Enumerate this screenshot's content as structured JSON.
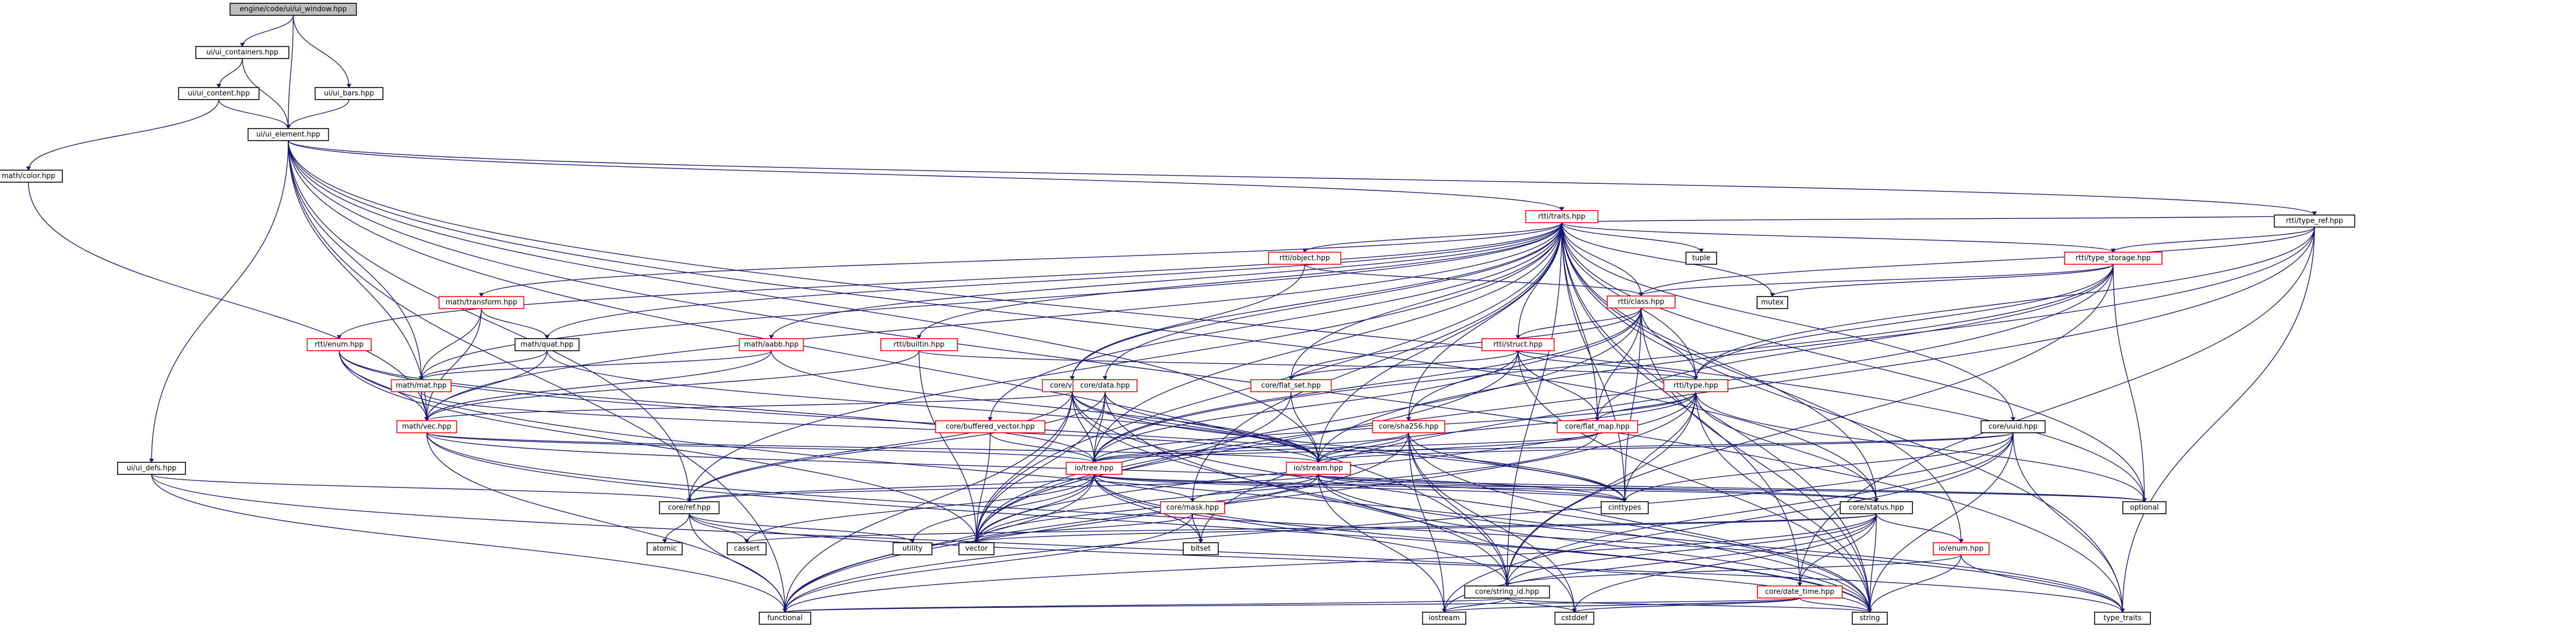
{
  "colors": {
    "edge": "#191970",
    "node_border_black": "#000000",
    "node_border_red": "#ff0000",
    "root_fill": "#bfbfbf",
    "node_fill": "#ffffff",
    "text": "#000000"
  },
  "nodes": [
    {
      "id": "root",
      "label": "engine/code/ui/ui_window.hpp",
      "style": "root"
    },
    {
      "id": "ui_containers",
      "label": "ui/ui_containers.hpp",
      "style": "black"
    },
    {
      "id": "ui_bars",
      "label": "ui/ui_bars.hpp",
      "style": "black"
    },
    {
      "id": "ui_content",
      "label": "ui/ui_content.hpp",
      "style": "black"
    },
    {
      "id": "ui_element",
      "label": "ui/ui_element.hpp",
      "style": "black"
    },
    {
      "id": "color",
      "label": "math/color.hpp",
      "style": "black"
    },
    {
      "id": "type_ref",
      "label": "rtti/type_ref.hpp",
      "style": "black"
    },
    {
      "id": "traits",
      "label": "rtti/traits.hpp",
      "style": "red"
    },
    {
      "id": "object",
      "label": "rtti/object.hpp",
      "style": "red"
    },
    {
      "id": "type_storage",
      "label": "rtti/type_storage.hpp",
      "style": "red"
    },
    {
      "id": "tuple",
      "label": "tuple",
      "style": "black"
    },
    {
      "id": "transform",
      "label": "math/transform.hpp",
      "style": "red"
    },
    {
      "id": "class",
      "label": "rtti/class.hpp",
      "style": "red"
    },
    {
      "id": "mutex",
      "label": "mutex",
      "style": "black"
    },
    {
      "id": "aabb",
      "label": "math/aabb.hpp",
      "style": "red"
    },
    {
      "id": "builtin",
      "label": "rtti/builtin.hpp",
      "style": "red"
    },
    {
      "id": "quat",
      "label": "math/quat.hpp",
      "style": "black"
    },
    {
      "id": "rtti_enum",
      "label": "rtti/enum.hpp",
      "style": "red"
    },
    {
      "id": "struct",
      "label": "rtti/struct.hpp",
      "style": "red"
    },
    {
      "id": "mat",
      "label": "math/mat.hpp",
      "style": "red"
    },
    {
      "id": "var",
      "label": "core/var.hpp",
      "style": "red"
    },
    {
      "id": "data",
      "label": "core/data.hpp",
      "style": "red"
    },
    {
      "id": "flat_set",
      "label": "core/flat_set.hpp",
      "style": "red"
    },
    {
      "id": "type",
      "label": "rtti/type.hpp",
      "style": "red"
    },
    {
      "id": "vec",
      "label": "math/vec.hpp",
      "style": "red"
    },
    {
      "id": "buffered_vector",
      "label": "core/buffered_vector.hpp",
      "style": "red"
    },
    {
      "id": "sha256",
      "label": "core/sha256.hpp",
      "style": "red"
    },
    {
      "id": "flat_map",
      "label": "core/flat_map.hpp",
      "style": "red"
    },
    {
      "id": "uuid",
      "label": "core/uuid.hpp",
      "style": "black"
    },
    {
      "id": "ui_defs",
      "label": "ui/ui_defs.hpp",
      "style": "black"
    },
    {
      "id": "tree",
      "label": "io/tree.hpp",
      "style": "red"
    },
    {
      "id": "stream",
      "label": "io/stream.hpp",
      "style": "red"
    },
    {
      "id": "cinttypes",
      "label": "cinttypes",
      "style": "black"
    },
    {
      "id": "optional",
      "label": "optional",
      "style": "black"
    },
    {
      "id": "ref",
      "label": "core/ref.hpp",
      "style": "black"
    },
    {
      "id": "mask",
      "label": "core/mask.hpp",
      "style": "red"
    },
    {
      "id": "status",
      "label": "core/status.hpp",
      "style": "black"
    },
    {
      "id": "atomic",
      "label": "atomic",
      "style": "black"
    },
    {
      "id": "cassert",
      "label": "cassert",
      "style": "black"
    },
    {
      "id": "utility",
      "label": "utility",
      "style": "black"
    },
    {
      "id": "vector",
      "label": "vector",
      "style": "black"
    },
    {
      "id": "bitset",
      "label": "bitset",
      "style": "black"
    },
    {
      "id": "io_enum",
      "label": "io/enum.hpp",
      "style": "red"
    },
    {
      "id": "string_id",
      "label": "core/string_id.hpp",
      "style": "black"
    },
    {
      "id": "date_time",
      "label": "core/date_time.hpp",
      "style": "red"
    },
    {
      "id": "functional",
      "label": "functional",
      "style": "black"
    },
    {
      "id": "iostream",
      "label": "iostream",
      "style": "black"
    },
    {
      "id": "cstddef",
      "label": "cstddef",
      "style": "black"
    },
    {
      "id": "string",
      "label": "string",
      "style": "black"
    },
    {
      "id": "type_traits",
      "label": "type_traits",
      "style": "black"
    }
  ],
  "edges": [
    [
      "root",
      "ui_containers"
    ],
    [
      "root",
      "ui_bars"
    ],
    [
      "root",
      "ui_element"
    ],
    [
      "ui_containers",
      "ui_content"
    ],
    [
      "ui_containers",
      "ui_element"
    ],
    [
      "ui_bars",
      "ui_element"
    ],
    [
      "ui_content",
      "color"
    ],
    [
      "ui_content",
      "ui_element"
    ],
    [
      "color",
      "vec"
    ],
    [
      "ui_element",
      "type_ref"
    ],
    [
      "ui_element",
      "traits"
    ],
    [
      "ui_element",
      "mat"
    ],
    [
      "ui_element",
      "vec"
    ],
    [
      "ui_element",
      "ui_defs"
    ],
    [
      "ui_element",
      "ref"
    ],
    [
      "ui_element",
      "string_id"
    ],
    [
      "ui_element",
      "functional"
    ],
    [
      "ui_element",
      "optional"
    ],
    [
      "ui_element",
      "type_traits"
    ],
    [
      "ui_element",
      "status"
    ],
    [
      "ui_element",
      "stream"
    ],
    [
      "type_ref",
      "traits"
    ],
    [
      "type_ref",
      "type_storage"
    ],
    [
      "type_ref",
      "class"
    ],
    [
      "type_ref",
      "type"
    ],
    [
      "type_ref",
      "stream"
    ],
    [
      "type_ref",
      "date_time"
    ],
    [
      "type_ref",
      "type_traits"
    ],
    [
      "type_ref",
      "bitset"
    ],
    [
      "traits",
      "object"
    ],
    [
      "traits",
      "type_storage"
    ],
    [
      "traits",
      "tuple"
    ],
    [
      "traits",
      "transform"
    ],
    [
      "traits",
      "class"
    ],
    [
      "traits",
      "mutex"
    ],
    [
      "traits",
      "aabb"
    ],
    [
      "traits",
      "builtin"
    ],
    [
      "traits",
      "quat"
    ],
    [
      "traits",
      "rtti_enum"
    ],
    [
      "traits",
      "struct"
    ],
    [
      "traits",
      "mat"
    ],
    [
      "traits",
      "var"
    ],
    [
      "traits",
      "data"
    ],
    [
      "traits",
      "flat_set"
    ],
    [
      "traits",
      "type"
    ],
    [
      "traits",
      "vec"
    ],
    [
      "traits",
      "buffered_vector"
    ],
    [
      "traits",
      "sha256"
    ],
    [
      "traits",
      "flat_map"
    ],
    [
      "traits",
      "uuid"
    ],
    [
      "traits",
      "tree"
    ],
    [
      "traits",
      "stream"
    ],
    [
      "traits",
      "cinttypes"
    ],
    [
      "traits",
      "optional"
    ],
    [
      "traits",
      "ref"
    ],
    [
      "traits",
      "mask"
    ],
    [
      "traits",
      "status"
    ],
    [
      "traits",
      "vector"
    ],
    [
      "traits",
      "io_enum"
    ],
    [
      "traits",
      "string_id"
    ],
    [
      "traits",
      "date_time"
    ],
    [
      "traits",
      "string"
    ],
    [
      "traits",
      "type_traits"
    ],
    [
      "object",
      "class"
    ],
    [
      "object",
      "var"
    ],
    [
      "type_storage",
      "mutex"
    ],
    [
      "type_storage",
      "class"
    ],
    [
      "type_storage",
      "type"
    ],
    [
      "type_storage",
      "flat_map"
    ],
    [
      "type_storage",
      "optional"
    ],
    [
      "type_storage",
      "tree"
    ],
    [
      "type_storage",
      "string_id"
    ],
    [
      "type_storage",
      "vector"
    ],
    [
      "transform",
      "quat"
    ],
    [
      "transform",
      "mat"
    ],
    [
      "transform",
      "vec"
    ],
    [
      "class",
      "struct"
    ],
    [
      "class",
      "flat_set"
    ],
    [
      "class",
      "type"
    ],
    [
      "class",
      "flat_map"
    ],
    [
      "class",
      "sha256"
    ],
    [
      "class",
      "cinttypes"
    ],
    [
      "class",
      "vector"
    ],
    [
      "class",
      "string"
    ],
    [
      "class",
      "tree"
    ],
    [
      "aabb",
      "mat"
    ],
    [
      "aabb",
      "vec"
    ],
    [
      "aabb",
      "stream"
    ],
    [
      "builtin",
      "type"
    ],
    [
      "builtin",
      "vec"
    ],
    [
      "builtin",
      "vector"
    ],
    [
      "quat",
      "mat"
    ],
    [
      "quat",
      "vec"
    ],
    [
      "quat",
      "stream"
    ],
    [
      "rtti_enum",
      "vec"
    ],
    [
      "rtti_enum",
      "tree"
    ],
    [
      "rtti_enum",
      "cinttypes"
    ],
    [
      "rtti_enum",
      "vector"
    ],
    [
      "rtti_enum",
      "string"
    ],
    [
      "struct",
      "type"
    ],
    [
      "struct",
      "flat_set"
    ],
    [
      "struct",
      "flat_map"
    ],
    [
      "struct",
      "tree"
    ],
    [
      "struct",
      "vector"
    ],
    [
      "struct",
      "string"
    ],
    [
      "mat",
      "vec"
    ],
    [
      "mat",
      "stream"
    ],
    [
      "var",
      "vec"
    ],
    [
      "var",
      "tree"
    ],
    [
      "var",
      "stream"
    ],
    [
      "var",
      "ref"
    ],
    [
      "var",
      "cinttypes"
    ],
    [
      "var",
      "functional"
    ],
    [
      "var",
      "vector"
    ],
    [
      "var",
      "string_id"
    ],
    [
      "var",
      "string"
    ],
    [
      "data",
      "tree"
    ],
    [
      "data",
      "stream"
    ],
    [
      "data",
      "ref"
    ],
    [
      "data",
      "vector"
    ],
    [
      "data",
      "cstddef"
    ],
    [
      "flat_set",
      "stream"
    ],
    [
      "flat_set",
      "vector"
    ],
    [
      "type",
      "flat_map"
    ],
    [
      "type",
      "tree"
    ],
    [
      "type",
      "stream"
    ],
    [
      "type",
      "cinttypes"
    ],
    [
      "type",
      "optional"
    ],
    [
      "type",
      "string_id"
    ],
    [
      "type",
      "status"
    ],
    [
      "type",
      "vector"
    ],
    [
      "type",
      "functional"
    ],
    [
      "type",
      "string"
    ],
    [
      "vec",
      "tree"
    ],
    [
      "vec",
      "stream"
    ],
    [
      "vec",
      "cinttypes"
    ],
    [
      "vec",
      "functional"
    ],
    [
      "vec",
      "string"
    ],
    [
      "vec",
      "type_traits"
    ],
    [
      "buffered_vector",
      "tree"
    ],
    [
      "buffered_vector",
      "vector"
    ],
    [
      "sha256",
      "tree"
    ],
    [
      "sha256",
      "stream"
    ],
    [
      "sha256",
      "cinttypes"
    ],
    [
      "sha256",
      "string"
    ],
    [
      "sha256",
      "iostream"
    ],
    [
      "sha256",
      "cstddef"
    ],
    [
      "sha256",
      "string_id"
    ],
    [
      "sha256",
      "functional"
    ],
    [
      "flat_map",
      "tree"
    ],
    [
      "flat_map",
      "stream"
    ],
    [
      "flat_map",
      "vector"
    ],
    [
      "uuid",
      "tree"
    ],
    [
      "uuid",
      "stream"
    ],
    [
      "uuid",
      "cinttypes"
    ],
    [
      "uuid",
      "string"
    ],
    [
      "uuid",
      "string_id"
    ],
    [
      "uuid",
      "iostream"
    ],
    [
      "uuid",
      "functional"
    ],
    [
      "uuid",
      "type_traits"
    ],
    [
      "ui_defs",
      "ref"
    ],
    [
      "ui_defs",
      "functional"
    ],
    [
      "ui_defs",
      "string"
    ],
    [
      "tree",
      "ref"
    ],
    [
      "tree",
      "mask"
    ],
    [
      "tree",
      "status"
    ],
    [
      "tree",
      "cinttypes"
    ],
    [
      "tree",
      "optional"
    ],
    [
      "tree",
      "cassert"
    ],
    [
      "tree",
      "utility"
    ],
    [
      "tree",
      "vector"
    ],
    [
      "tree",
      "bitset"
    ],
    [
      "tree",
      "string_id"
    ],
    [
      "tree",
      "functional"
    ],
    [
      "tree",
      "string"
    ],
    [
      "stream",
      "ref"
    ],
    [
      "stream",
      "mask"
    ],
    [
      "stream",
      "status"
    ],
    [
      "stream",
      "cinttypes"
    ],
    [
      "stream",
      "optional"
    ],
    [
      "stream",
      "vector"
    ],
    [
      "stream",
      "iostream"
    ],
    [
      "stream",
      "string"
    ],
    [
      "stream",
      "type_traits"
    ],
    [
      "ref",
      "atomic"
    ],
    [
      "ref",
      "cassert"
    ],
    [
      "ref",
      "utility"
    ],
    [
      "ref",
      "functional"
    ],
    [
      "ref",
      "type_traits"
    ],
    [
      "mask",
      "bitset"
    ],
    [
      "mask",
      "vector"
    ],
    [
      "mask",
      "functional"
    ],
    [
      "status",
      "io_enum"
    ],
    [
      "status",
      "string_id"
    ],
    [
      "status",
      "date_time"
    ],
    [
      "status",
      "cassert"
    ],
    [
      "status",
      "vector"
    ],
    [
      "status",
      "string"
    ],
    [
      "status",
      "functional"
    ],
    [
      "status",
      "iostream"
    ],
    [
      "status",
      "cstddef"
    ],
    [
      "io_enum",
      "string_id"
    ],
    [
      "io_enum",
      "string"
    ],
    [
      "io_enum",
      "type_traits"
    ],
    [
      "string_id",
      "string"
    ],
    [
      "string_id",
      "functional"
    ],
    [
      "string_id",
      "cstddef"
    ],
    [
      "string_id",
      "iostream"
    ],
    [
      "date_time",
      "string"
    ],
    [
      "date_time",
      "functional"
    ],
    [
      "date_time",
      "cstddef"
    ],
    [
      "date_time",
      "iostream"
    ]
  ]
}
